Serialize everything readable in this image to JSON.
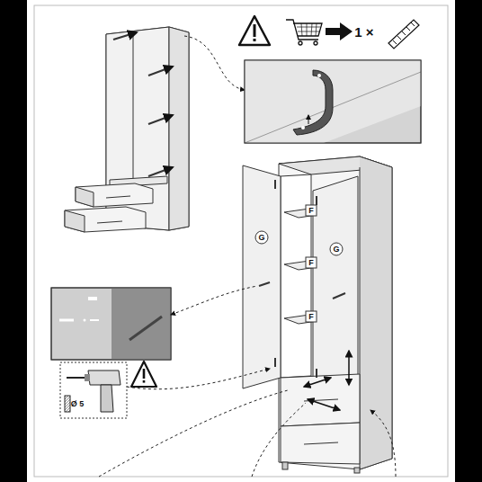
{
  "diagram": {
    "labels": [
      "1 ×",
      "F",
      "G",
      "G",
      "F",
      "F",
      "Ø 5"
    ]
  }
}
